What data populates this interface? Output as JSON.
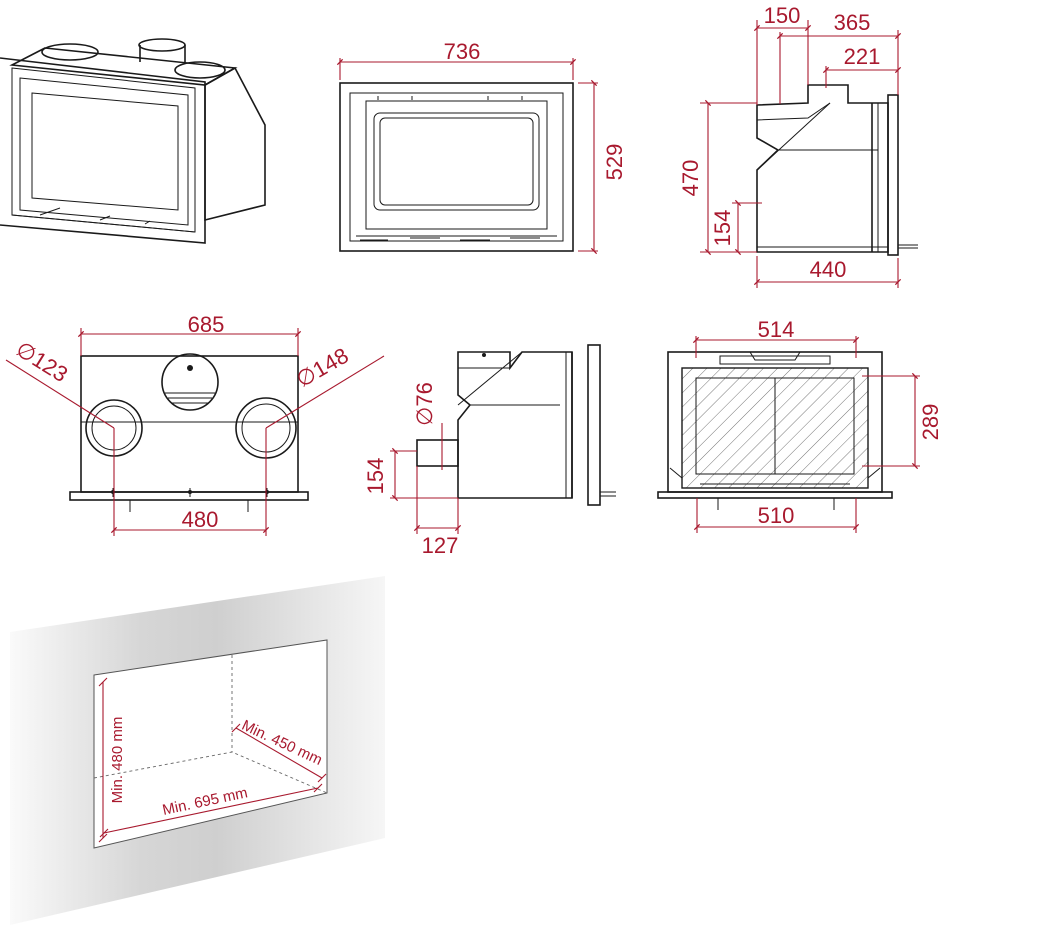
{
  "colors": {
    "dimension": "#a8192e",
    "line": "#1a1a1a",
    "wall_light": "#f4f4f4",
    "wall_dark": "#c9c9c9"
  },
  "front": {
    "width": "736",
    "height": "529"
  },
  "side": {
    "d150": "150",
    "d365": "365",
    "d221": "221",
    "d470": "470",
    "d154": "154",
    "d440": "440"
  },
  "top": {
    "width": "685",
    "dia_left": "∅123",
    "dia_right": "∅148",
    "spacing": "480"
  },
  "side_small": {
    "dia": "∅76",
    "height": "154",
    "offset": "127"
  },
  "section": {
    "top_width": "514",
    "height": "289",
    "bottom_width": "510"
  },
  "niche": {
    "min_height": "Min. 480 mm",
    "min_width": "Min. 695 mm",
    "min_depth": "Min. 450 mm"
  }
}
